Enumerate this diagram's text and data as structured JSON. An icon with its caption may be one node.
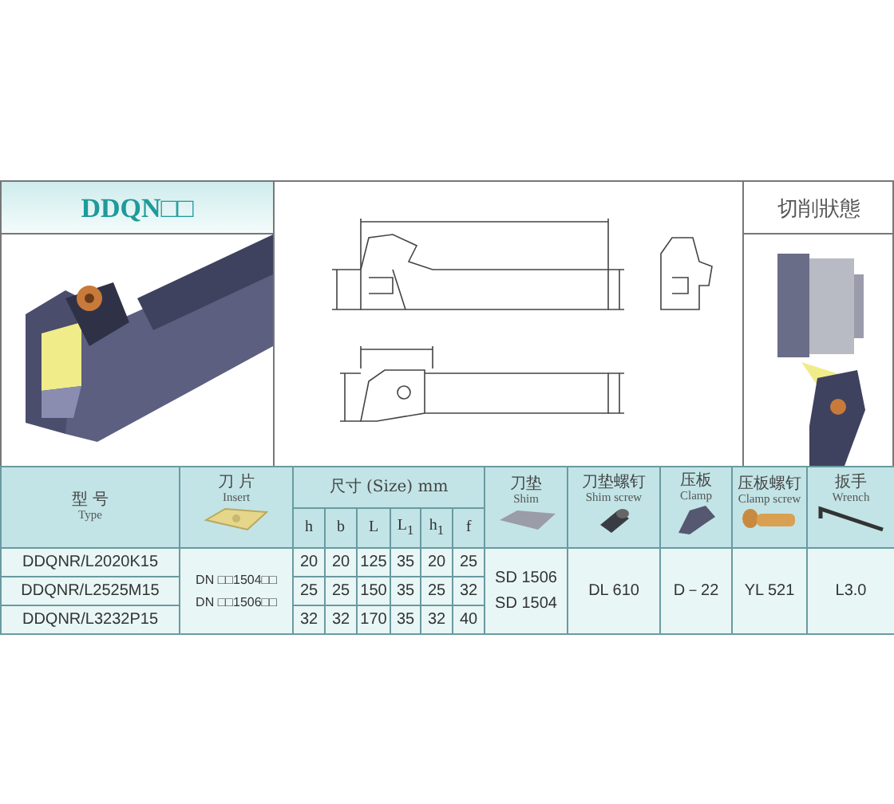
{
  "diagram": {
    "title": "DDQN□□",
    "labels": [
      "切削狀態",
      "型 号",
      "Type",
      "刀 片",
      "Insert",
      "尺寸 (Size) mm",
      "刀垫",
      "Shim",
      "刀垫螺钉",
      "Shim screw",
      "压板",
      "Clamp",
      "压板螺钉",
      "Clamp screw",
      "扳手",
      "Wrench",
      "h",
      "b",
      "L",
      "L$_{1}$",
      "h$_{1}$",
      "f",
      "DDQNR/L2020K15",
      "20",
      "20",
      "125",
      "35",
      "20",
      "25",
      "DN □□1504□□",
      "SD 1506",
      "DDQNR/L2525M15",
      "25",
      "25",
      "150",
      "35",
      "25",
      "32",
      "DL 610",
      "D－22",
      "YL 521",
      "L3.0",
      "DN □□1506□□",
      "SD 1504",
      "DDQNR/L3232P15",
      "32",
      "32",
      "170",
      "35",
      "32",
      "40"
    ]
  }
}
